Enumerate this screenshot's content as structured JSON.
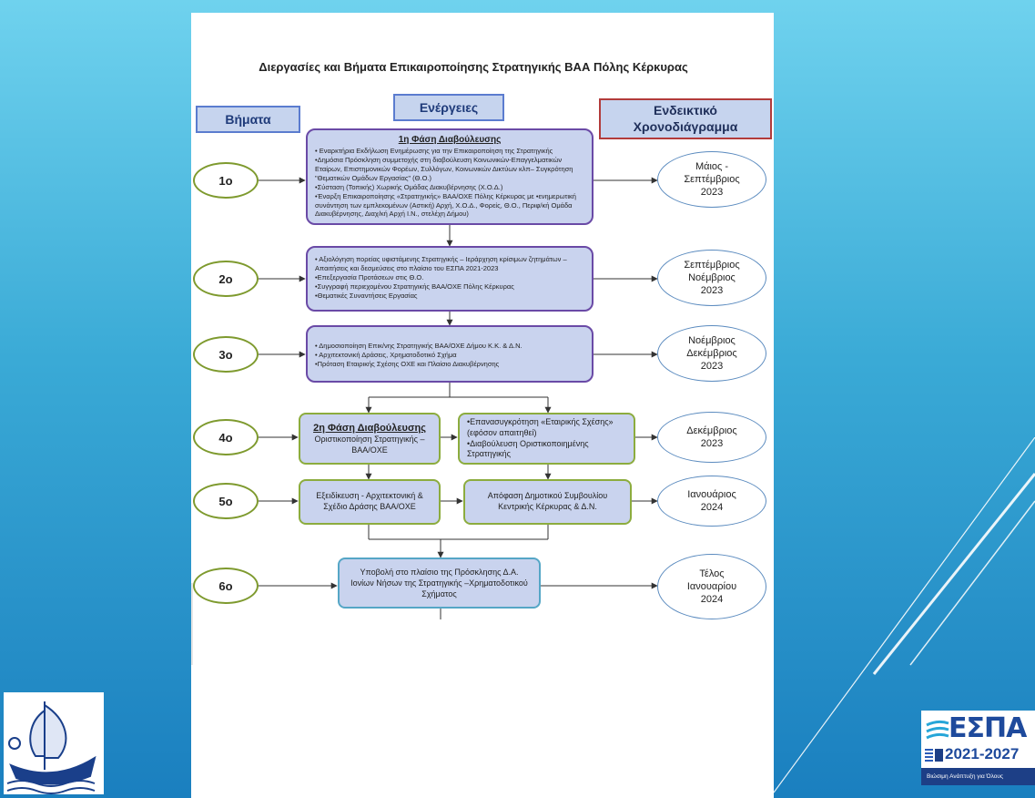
{
  "title": "Διεργασίες και Βήματα Επικαιροποίησης Στρατηγικής ΒΑΑ Πόλης Κέρκυρας",
  "headers": {
    "steps": "Βήματα",
    "actions": "Ενέργειες",
    "timeline_line1": "Ενδεικτικό",
    "timeline_line2": "Χρονοδιάγραμμα"
  },
  "steps": [
    "1ο",
    "2ο",
    "3ο",
    "4ο",
    "5ο",
    "6ο"
  ],
  "phase1": {
    "heading": "1η Φάση Διαβούλευσης",
    "items": [
      "• Εναρκτήρια Εκδήλωση Ενημέρωσης για την Επικαιροποίηση της Στρατηγικής",
      "•Δημόσια Πρόσκληση συμμετοχής στη διαβούλευση Κοινωνικών-Επαγγελματικών Εταίρων, Επιστημονικών Φορέων, Συλλόγων, Κοινωνικών Δικτύων κλπ– Συγκρότηση \"Θεματικών Ομάδων Εργασίας\" (Θ.Ο.)",
      "•Σύσταση (Τοπικής) Χωρικής Ομάδας Διακυβέρνησης (Χ.Ο.Δ.)",
      "•Έναρξη Επικαιροποίησης «Στρατηγικής» ΒΑΑ/ΟΧΕ Πόλης Κέρκυρας με •ενημερωτική συνάντηση των εμπλεκομένων (Αστική) Αρχή, Χ.Ο.Δ., Φορείς, Θ.Ο., Περιφ/κή Ομάδα Διακυβέρνησης, Διαχ/κή Αρχή Ι.Ν., στελέχη Δήμου)"
    ]
  },
  "step2_items": [
    "• Αξιολόγηση πορείας υφιστάμενης Στρατηγικής – Ιεράρχηση κρίσιμων ζητημάτων – Απαιτήσεις και δεσμεύσεις στο πλαίσιο του ΕΣΠΑ 2021-2023",
    "•Επεξεργασία Προτάσεων στις Θ.Ο.",
    "•Συγγραφή περιεχομένου Στρατηγικής ΒΑΑ/ΟΧΕ Πόλης Κέρκυρας",
    "•Θεματικές Συναντήσεις Εργασίας"
  ],
  "step3_items": [
    "• Δημοσιοποίηση Επικ/νης Στρατηγικής ΒΑΑ/ΟΧΕ Δήμου Κ.Κ. & Δ.Ν.",
    "• Αρχιτεκτονική Δράσεις, Χρηματοδοτικό Σχήμα",
    "•Πρόταση Εταιρικής Σχέσης ΟΧΕ και Πλαίσιο Διακυβέρνησης"
  ],
  "phase2": {
    "heading": "2η Φάση Διαβούλευσης",
    "text": "Οριστικοποίηση Στρατηγικής – ΒΑΑ/ΟΧΕ"
  },
  "step4_right": [
    "•Επανασυγκρότηση «Εταιρικής Σχέσης» (εφόσον απαιτηθεί)",
    "•Διαβούλευση Οριστικοποιημένης Στρατηγικής"
  ],
  "step5_left": "Εξειδίκευση - Αρχιτεκτονική & Σχέδιο Δράσης ΒΑΑ/ΟΧΕ",
  "step5_right": "Απόφαση Δημοτικού Συμβουλίου Κεντρικής Κέρκυρας & Δ.Ν.",
  "step6_text": "Υποβολή στο πλαίσιο της Πρόσκλησης Δ.Α. Ιονίων Νήσων της Στρατηγικής –Χρηματοδοτικού Σχήματος",
  "timeline": [
    [
      "Μάιος -",
      "Σεπτέμβριος",
      "2023"
    ],
    [
      "Σεπτέμβριος",
      "Νοέμβριος",
      "2023"
    ],
    [
      "Νοέμβριος",
      "Δεκέμβριος",
      "2023"
    ],
    [
      "Δεκέμβριος",
      "2023"
    ],
    [
      "Ιανουάριος",
      "2024"
    ],
    [
      "Τέλος",
      "Ιανουαρίου",
      "2024"
    ]
  ],
  "logo": {
    "word": "ΕΣΠΑ",
    "years": "2021-2027",
    "tagline": "Βιώσιμη Ανάπτυξη για Όλους"
  },
  "colors": {
    "background_top": "#6fd2ee",
    "background_bottom": "#1a7fbf",
    "box_fill": "#c9d3ee",
    "purple_border": "#6a4aa6",
    "green_border": "#8cac3e",
    "header_border": "#5b7ccf",
    "timeline_header_border": "#b23b3b"
  }
}
